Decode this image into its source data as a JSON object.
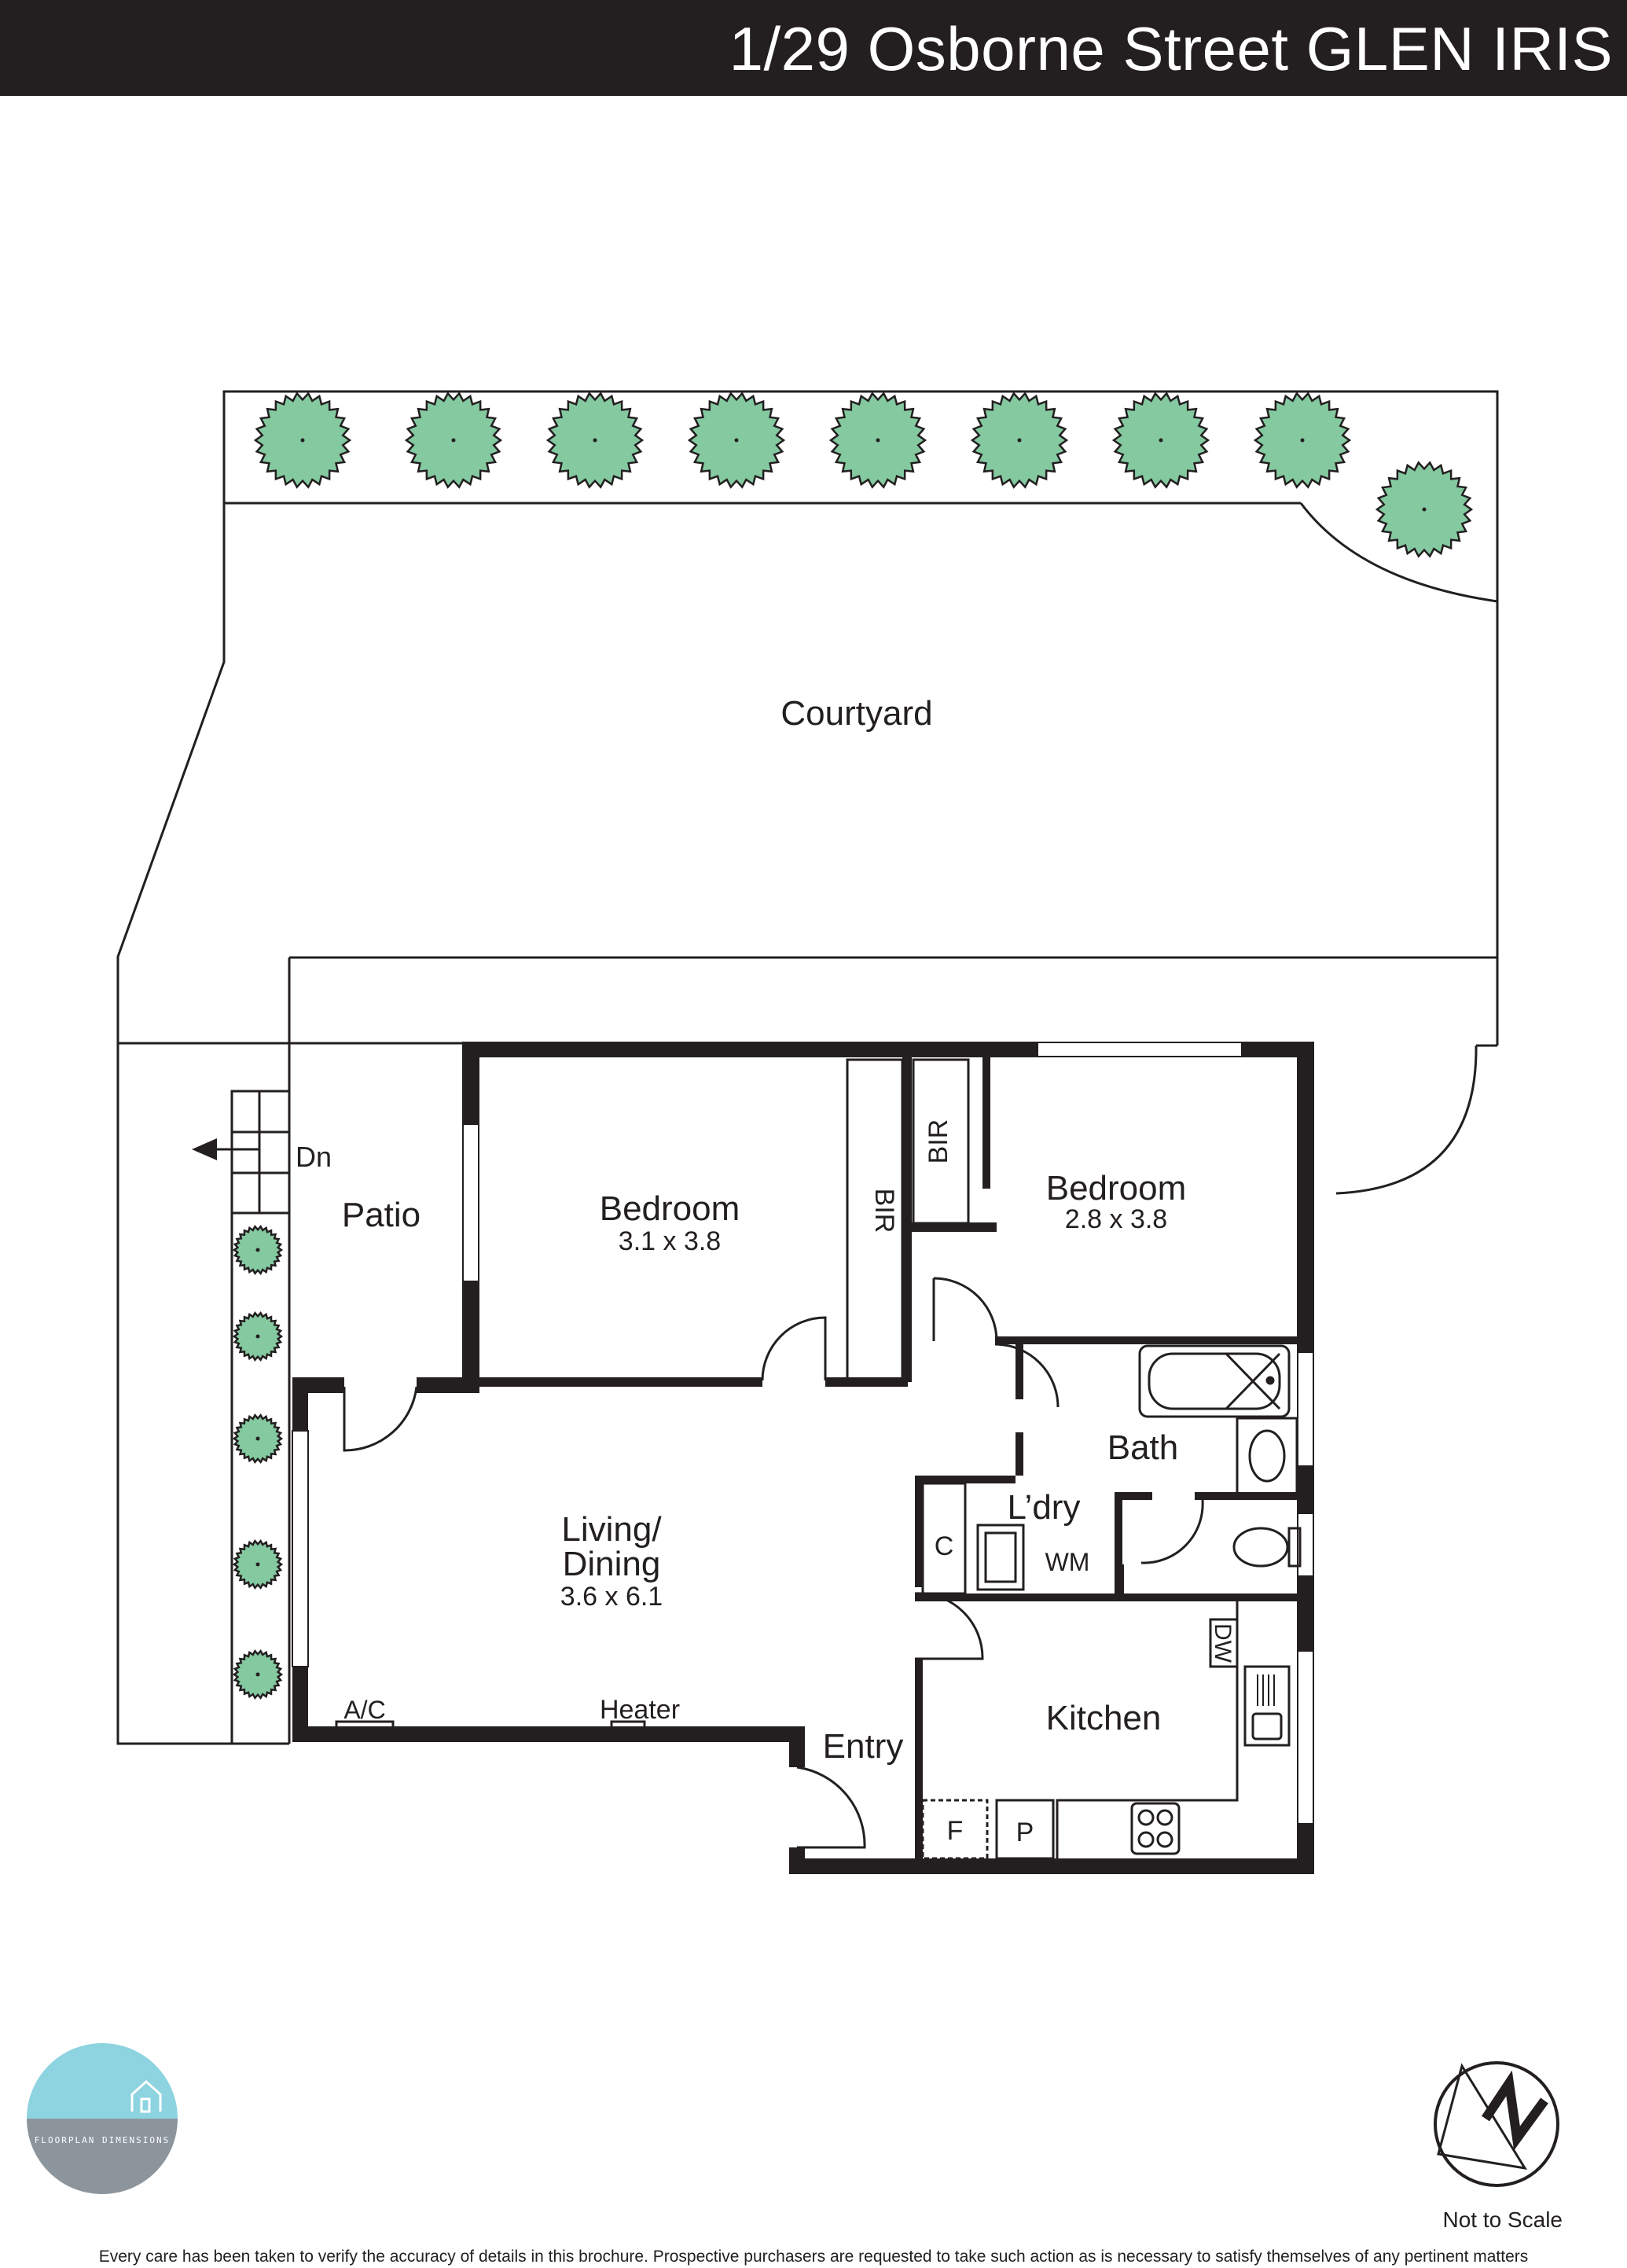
{
  "header": {
    "title": "1/29 Osborne Street GLEN IRIS"
  },
  "rooms": {
    "courtyard": {
      "name": "Courtyard"
    },
    "patio": {
      "name": "Patio",
      "stairs": "Dn"
    },
    "bedroom1": {
      "name": "Bedroom",
      "dims": "3.1 x 3.8"
    },
    "bedroom2": {
      "name": "Bedroom",
      "dims": "2.8 x 3.8"
    },
    "bir1": {
      "name": "BIR"
    },
    "bir2": {
      "name": "BIR"
    },
    "bath": {
      "name": "Bath"
    },
    "laundry": {
      "name": "L’dry",
      "cupboard": "C",
      "washer": "WM"
    },
    "living": {
      "name_line1": "Living/",
      "name_line2": "Dining",
      "dims": "3.6 x 6.1"
    },
    "kitchen": {
      "name": "Kitchen",
      "dishwasher": "DW",
      "fridge": "F",
      "pantry": "P"
    },
    "entry": {
      "name": "Entry"
    }
  },
  "fixtures": {
    "aircon": "A/C",
    "heater": "Heater"
  },
  "footer": {
    "scale_note": "Not to Scale",
    "disclaimer": "Every care has been taken to verify the accuracy of details in this brochure. Prospective purchasers are requested to take such action as is necessary to satisfy themselves of any pertinent matters",
    "logo_text": "FLOORPLAN DIMENSIONS"
  },
  "compass": {
    "label": "N"
  },
  "colors": {
    "header_bg": "#231f20",
    "wall": "#231f20",
    "tree_fill": "#84c9a0",
    "logo_top": "#8dd3e0",
    "logo_bottom": "#8c959c"
  }
}
